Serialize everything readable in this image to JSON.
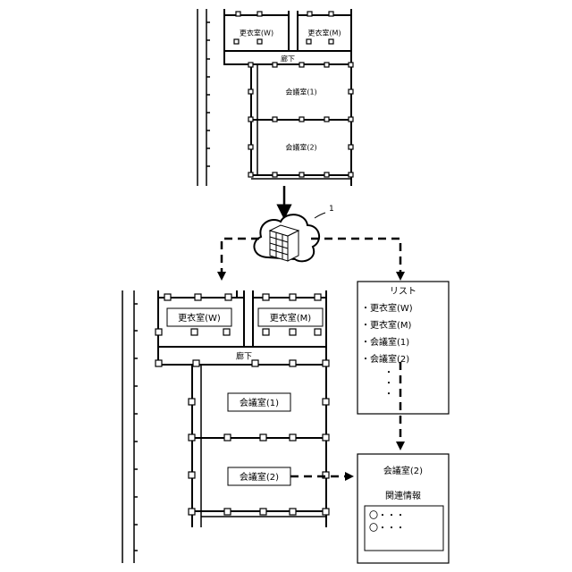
{
  "figure": {
    "reference_numeral": "1"
  },
  "top_floorplan": {
    "locker_w": "更衣室(W)",
    "locker_m": "更衣室(M)",
    "corridor": "廊下",
    "meeting_1": "会議室(1)",
    "meeting_2": "会議室(2)"
  },
  "bottom_floorplan": {
    "locker_w": "更衣室(W)",
    "locker_m": "更衣室(M)",
    "corridor": "廊下",
    "meeting_1": "会議室(1)",
    "meeting_2": "会議室(2)"
  },
  "list_box": {
    "title": "リスト",
    "items": [
      "・更衣室(W)",
      "・更衣室(M)",
      "・会議室(1)",
      "・会議室(2)"
    ],
    "ellipsis_dots": [
      "・",
      "・",
      "・"
    ]
  },
  "info_box": {
    "title": "会議室(2)",
    "section_label": "関連情報",
    "items": [
      "〇・・・",
      "〇・・・"
    ]
  }
}
